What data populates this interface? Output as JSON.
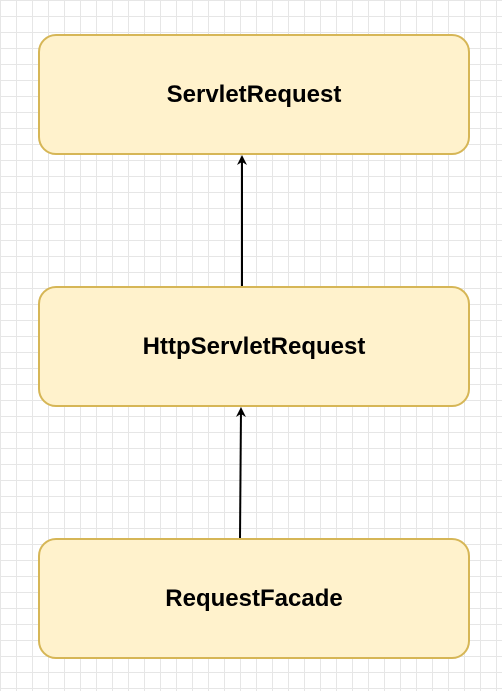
{
  "diagram": {
    "nodes": [
      {
        "id": "servlet-request",
        "label": "ServletRequest"
      },
      {
        "id": "http-servlet-request",
        "label": "HttpServletRequest"
      },
      {
        "id": "request-facade",
        "label": "RequestFacade"
      }
    ],
    "edges": [
      {
        "from": "http-servlet-request",
        "to": "servlet-request"
      },
      {
        "from": "request-facade",
        "to": "http-servlet-request"
      }
    ]
  },
  "colors": {
    "node_fill": "#fff2cc",
    "node_border": "#d6b656",
    "edge": "#000000",
    "grid": "#e6e6e6"
  }
}
